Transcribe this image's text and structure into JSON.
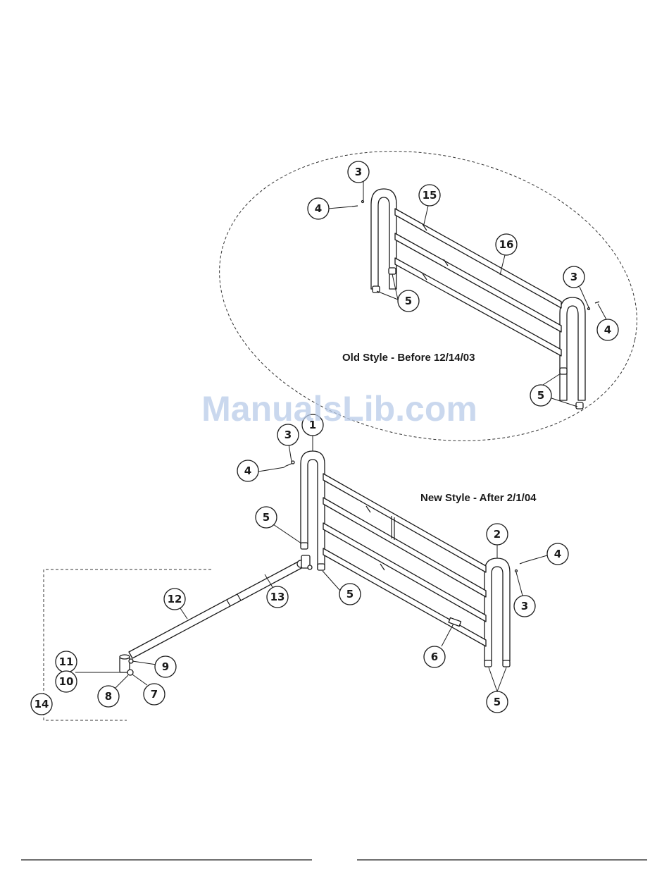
{
  "diagram": {
    "old_style_label": "Old Style - Before 12/14/03",
    "new_style_label": "New Style - After 2/1/04",
    "watermark": "ManualsLib.com",
    "callouts": {
      "old_3_left": "3",
      "old_4_left": "4",
      "old_15": "15",
      "old_16": "16",
      "old_5_left": "5",
      "old_3_right": "3",
      "old_4_right": "4",
      "old_5_right": "5",
      "new_1": "1",
      "new_3_left": "3",
      "new_4_left": "4",
      "new_5_left": "5",
      "new_2": "2",
      "new_4_right": "4",
      "new_5_mid": "5",
      "new_3_right": "3",
      "new_6": "6",
      "new_5_bottom": "5",
      "new_12": "12",
      "new_13": "13",
      "new_11": "11",
      "new_10": "10",
      "new_9": "9",
      "new_8": "8",
      "new_7": "7",
      "new_14": "14"
    }
  }
}
